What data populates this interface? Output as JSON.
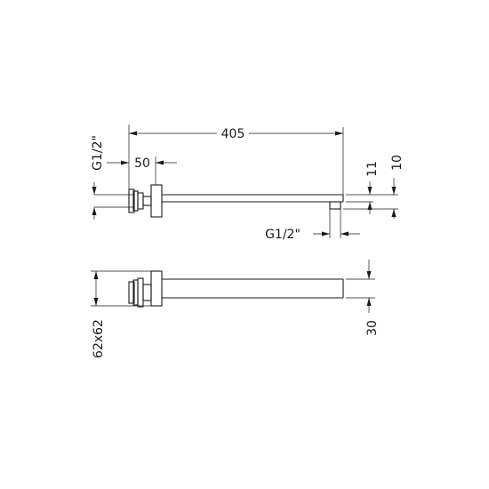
{
  "drawing": {
    "colors": {
      "line": "#1a1a1a",
      "background": "#ffffff"
    },
    "dimensions": {
      "length": "405",
      "wall_offset": "50",
      "inlet_thread": "G1/2\"",
      "outlet_thread": "G1/2\"",
      "height_11": "11",
      "height_10": "10",
      "flange_size": "62x62",
      "arm_width": "30"
    }
  }
}
